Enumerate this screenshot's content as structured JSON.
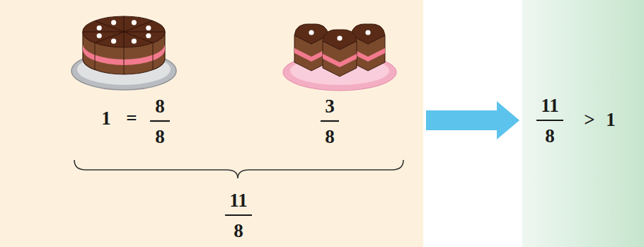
{
  "diagram": {
    "nodes": [
      {
        "text": [
          "1",
          "=",
          "8",
          "8",
          "3",
          "8",
          "11",
          "8"
        ]
      },
      {
        "text": [
          "11",
          "8",
          ">",
          "1"
        ]
      }
    ],
    "edges": [
      {
        "from": 0,
        "to": 1,
        "arrow": "to"
      }
    ]
  }
}
